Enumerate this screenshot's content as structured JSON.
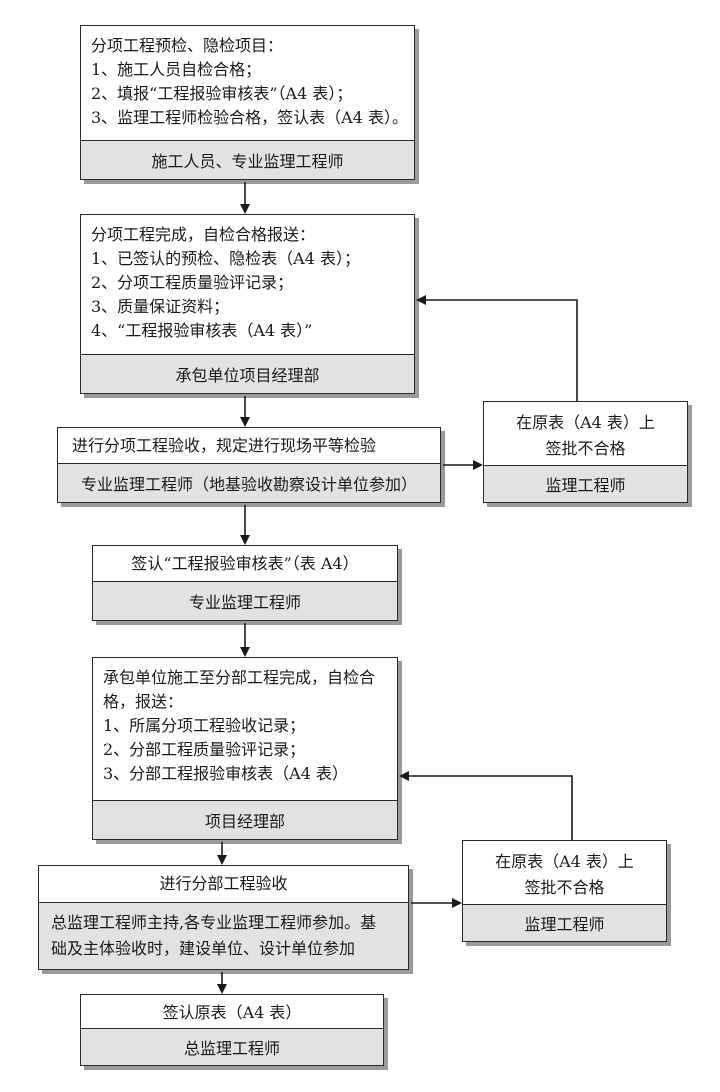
{
  "box1": {
    "lines": [
      "分项工程预检、隐检项目：",
      "1、施工人员自检合格；",
      "2、填报“工程报验审核表”（A4 表）；",
      "3、监理工程师检验合格，签认表（A4 表）。"
    ],
    "footer": "施工人员、专业监理工程师"
  },
  "box2": {
    "lines": [
      "分项工程完成，自检合格报送：",
      "1、已签认的预检、隐检表（A4 表）；",
      "2、分项工程质量验评记录；",
      "3、质量保证资料；",
      "4、“工程报验审核表（A4 表）”"
    ],
    "footer": "承包单位项目经理部"
  },
  "box3": {
    "lines": [
      "进行分项工程验收，规定进行现场平等检验"
    ],
    "footer": "专业监理工程师（地基验收勘察设计单位参加）"
  },
  "box3r": {
    "lines": [
      "在原表（A4 表）上",
      "签批不合格"
    ],
    "footer": "监理工程师"
  },
  "box4": {
    "lines": [
      "签认“工程报验审核表”（表 A4）"
    ],
    "footer": "专业监理工程师"
  },
  "box5": {
    "lines": [
      "承包单位施工至分部工程完成，自检合",
      "格，报送：",
      "1、所属分项工程验收记录；",
      "2、分部工程质量验评记录；",
      "3、分部工程报验审核表（A4 表）"
    ],
    "footer": "项目经理部"
  },
  "box6": {
    "lines": [
      "进行分部工程验收"
    ],
    "footer_lines": [
      "总监理工程师主持,各专业监理工程师参加。基",
      "础及主体验收时，建设单位、设计单位参加"
    ]
  },
  "box6r": {
    "lines": [
      "在原表（A4 表）上",
      "签批不合格"
    ],
    "footer": "监理工程师"
  },
  "box7": {
    "lines": [
      "签认原表（A4 表）"
    ],
    "footer": "总监理工程师"
  }
}
